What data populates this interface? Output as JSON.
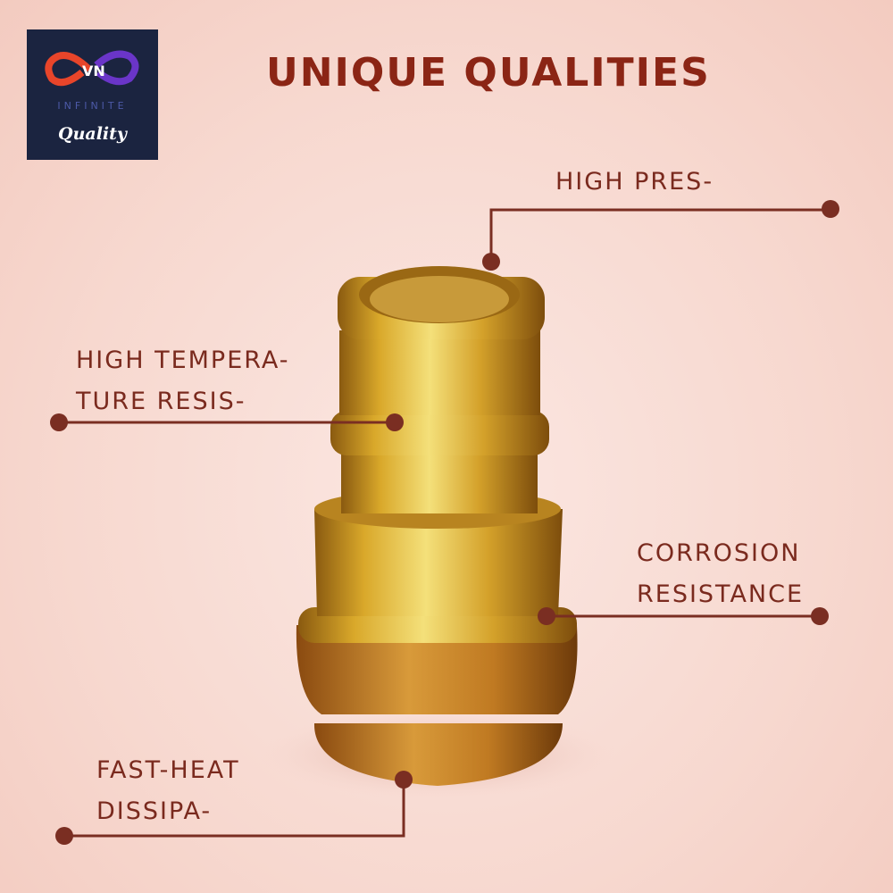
{
  "logo": {
    "brand": "INFINITE",
    "tagline": "Quality",
    "mark": "VN"
  },
  "title": "UNIQUE QUALITIES",
  "callouts": [
    {
      "lines": [
        "HIGH PRES-"
      ]
    },
    {
      "lines": [
        "HIGH TEMPERA-",
        "TURE RESIS-"
      ]
    },
    {
      "lines": [
        "CORROSION",
        "RESISTANCE"
      ]
    },
    {
      "lines": [
        "FAST-HEAT",
        "DISSIPA-"
      ]
    }
  ],
  "colors": {
    "accent": "#8b2515",
    "callout": "#7a2e22",
    "logo_bg": "#1b2440"
  }
}
